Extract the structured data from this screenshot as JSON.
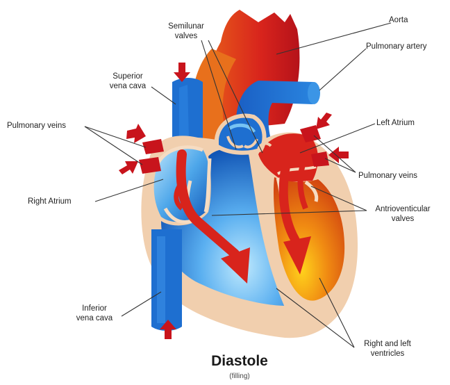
{
  "labels": {
    "semilunar_valves": "Semilunar\nvalves",
    "aorta": "Aorta",
    "pulmonary_artery": "Pulmonary artery",
    "superior_vena_cava": "Superior\nvena cava",
    "pulmonary_veins_left": "Pulmonary veins",
    "left_atrium": "Left Atrium",
    "pulmonary_veins_right": "Pulmonary veins",
    "right_atrium": "Right Atrium",
    "av_valves": "Antrioventicular\nvalves",
    "inferior_vena_cava": "Inferior\nvena cava",
    "ventricles": "Right and left\nventricles"
  },
  "title": "Diastole",
  "subtitle": "(filling)",
  "colors": {
    "deoxygenated": "#1e6fd0",
    "oxygenated": "#d8241c",
    "ventricle_orange": "#ef7d12",
    "wall": "#f1cfae",
    "flow_arrow": "#d8241c"
  }
}
